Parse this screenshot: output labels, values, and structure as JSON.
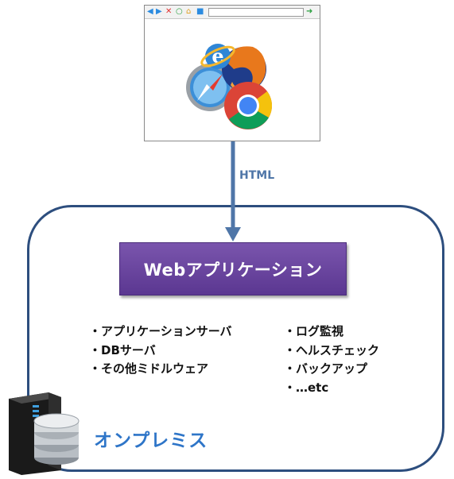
{
  "connector": {
    "label": "HTML"
  },
  "webapp": {
    "title": "Webアプリケーション"
  },
  "left_items": [
    "・アプリケーションサーバ",
    "・DBサーバ",
    "・その他ミドルウェア"
  ],
  "right_items": [
    "・ログ監視",
    "・ヘルスチェック",
    "・バックアップ",
    "・…etc"
  ],
  "onprem": {
    "label": "オンプレミス"
  },
  "icons": {
    "browser": "browser-window-icon",
    "logos": [
      "internet-explorer-icon",
      "firefox-icon",
      "safari-icon",
      "chrome-icon"
    ],
    "server": "server-icon",
    "database": "database-icon"
  },
  "colors": {
    "arrow": "#4f76a8",
    "container_border": "#2d4e7e",
    "webapp_fill": "#6a46a0",
    "onprem_text": "#2e75c8"
  }
}
